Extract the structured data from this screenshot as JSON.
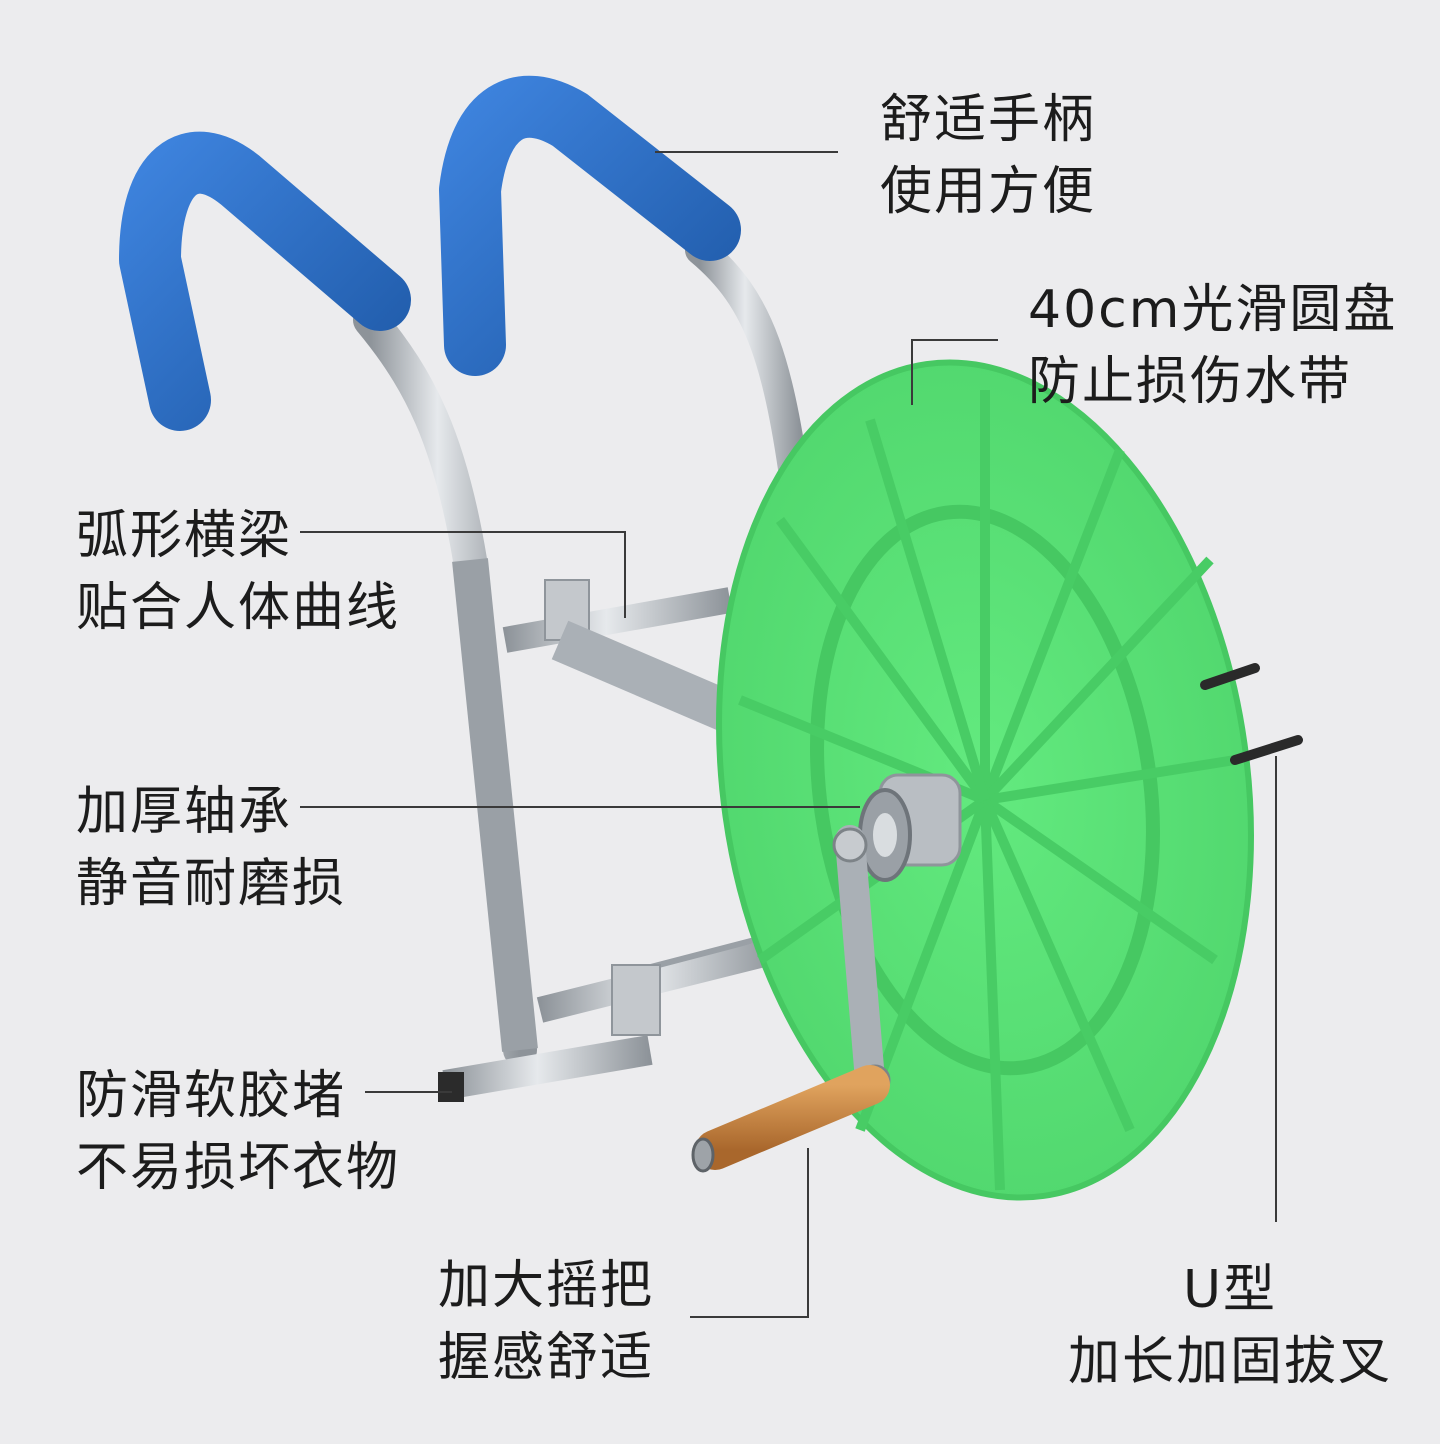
{
  "colors": {
    "background": "#ececee",
    "handle_foam": "#2f6fc8",
    "frame_metal": "#b7bcc2",
    "disc": "#5fe57a",
    "text": "#1c1c1c",
    "leader_line": "#3a3a3a"
  },
  "callouts": {
    "handle": {
      "line1": "舒适手柄",
      "line2": "使用方便"
    },
    "disc": {
      "line1": "40cm光滑圆盘",
      "line2": "防止损伤水带"
    },
    "beam": {
      "line1": "弧形横梁",
      "line2": "贴合人体曲线"
    },
    "bearing": {
      "line1": "加厚轴承",
      "line2": "静音耐磨损"
    },
    "foot": {
      "line1": "防滑软胶堵",
      "line2": "不易损坏衣物"
    },
    "crank": {
      "line1": "加大摇把",
      "line2": "握感舒适"
    },
    "fork": {
      "line1": "U型",
      "line2": "加长加固拔叉"
    }
  }
}
